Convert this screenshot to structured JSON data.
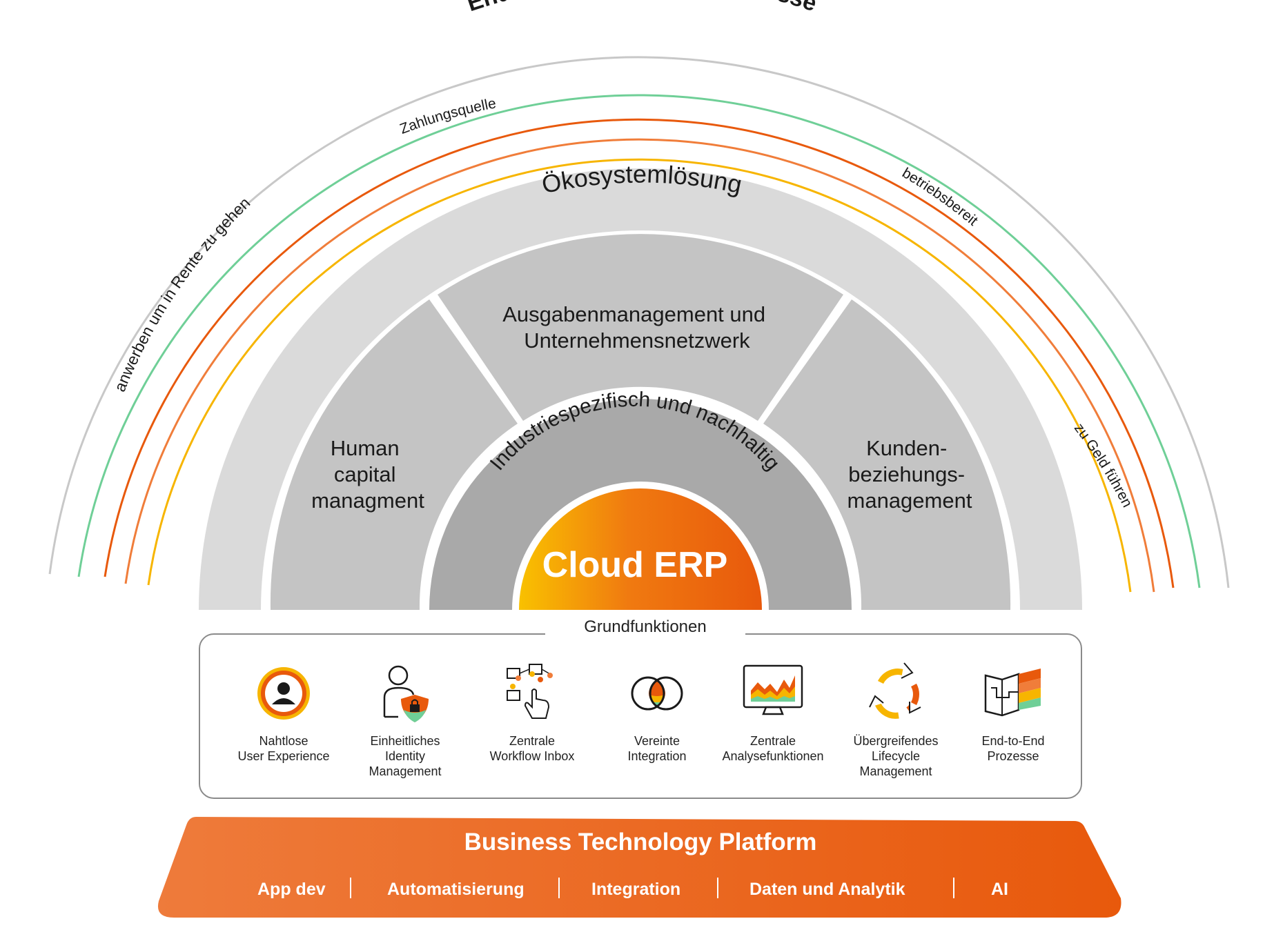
{
  "header": {
    "title": "End-to-End-Geschäftsprozesse"
  },
  "process_arcs": {
    "left": "anwerben um in Rente zu gehen",
    "upper_left": "Zahlungsquelle",
    "upper_right": "betriebsbereit",
    "right": "zu Geld führen"
  },
  "layers": {
    "ecosystem": "Ökosystemlösung",
    "industry": "Industriespezifisch und nachhaltig",
    "core": "Cloud ERP",
    "segments": {
      "left": [
        "Human",
        "capital",
        "managment"
      ],
      "top": [
        "Ausgabenmanagement und",
        "Unternehmensnetzwerk"
      ],
      "right": [
        "Kunden-",
        "beziehungs-",
        "management"
      ]
    }
  },
  "functions": {
    "title": "Grundfunktionen",
    "items": [
      {
        "icon": "user-experience-icon",
        "lines": [
          "Nahtlose",
          "User Experience"
        ]
      },
      {
        "icon": "identity-management-icon",
        "lines": [
          "Einheitliches",
          "Identity",
          "Management"
        ]
      },
      {
        "icon": "workflow-inbox-icon",
        "lines": [
          "Zentrale",
          "Workflow Inbox"
        ]
      },
      {
        "icon": "integration-icon",
        "lines": [
          "Vereinte",
          "Integration"
        ]
      },
      {
        "icon": "analytics-icon",
        "lines": [
          "Zentrale",
          "Analysefunktionen"
        ]
      },
      {
        "icon": "lifecycle-icon",
        "lines": [
          "Übergreifendes",
          "Lifecycle",
          "Management"
        ]
      },
      {
        "icon": "end-to-end-process-icon",
        "lines": [
          "End-to-End",
          "Prozesse"
        ]
      }
    ]
  },
  "platform": {
    "title": "Business Technology Platform",
    "items": [
      "App dev",
      "Automatisierung",
      "Integration",
      "Daten und Analytik",
      "AI"
    ]
  },
  "colors": {
    "orange_dark": "#e8590c",
    "orange": "#f07d3a",
    "orange_mid": "#ef6c21",
    "yellow": "#f7b500",
    "green": "#6fcf97",
    "gray_arc": "#c8c8c8",
    "ecosystem_gray": "#dadada",
    "segment_gray": "#c4c4c4",
    "industry_gray": "#a9a9a9"
  }
}
